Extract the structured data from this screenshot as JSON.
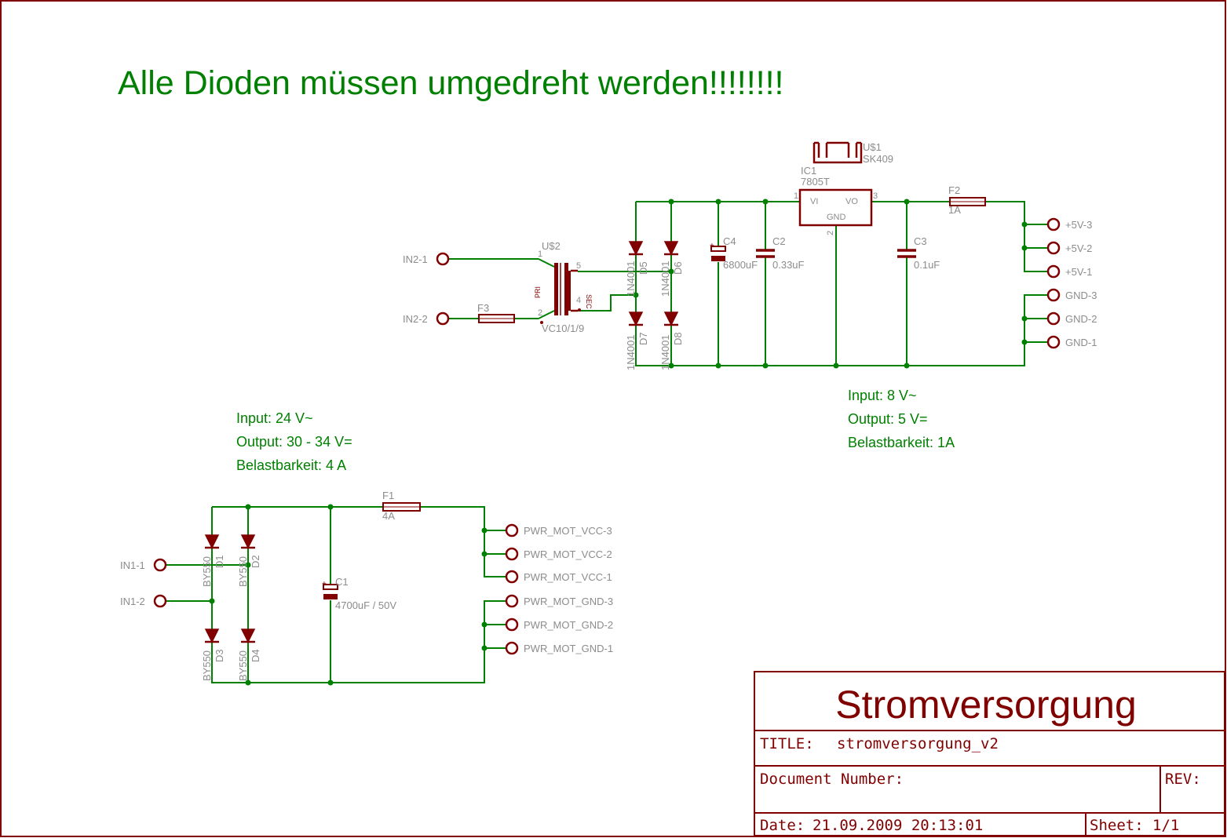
{
  "heading": "Alle Dioden müssen umgedreht werden!!!!!!!!",
  "colors": {
    "wire": "#008000",
    "part": "#800000",
    "label": "#8c8c8c"
  },
  "upper_circuit": {
    "heatsink": {
      "name": "U$1",
      "value": "SK409"
    },
    "regulator": {
      "name": "IC1",
      "value": "7805T",
      "pin_vi": "VI",
      "pin_vo": "VO",
      "pin_gnd": "GND",
      "pin1": "1",
      "pin2": "2",
      "pin3": "3"
    },
    "transformer": {
      "name": "U$2",
      "value": "VC10/1/9",
      "pri": "PRI",
      "sec": "SEC",
      "pin1": "1",
      "pin2": "2",
      "pin4": "4",
      "pin5": "5"
    },
    "inputs": [
      "IN2-1",
      "IN2-2"
    ],
    "fuse_in": {
      "name": "F3"
    },
    "fuse_out": {
      "name": "F2",
      "value": "1A"
    },
    "diodes": [
      {
        "name": "D5",
        "value": "1N4001"
      },
      {
        "name": "D6",
        "value": "1N4001"
      },
      {
        "name": "D7",
        "value": "1N4001"
      },
      {
        "name": "D8",
        "value": "1N4001"
      }
    ],
    "capacitors": [
      {
        "name": "C4",
        "value": "6800uF"
      },
      {
        "name": "C2",
        "value": "0.33uF"
      },
      {
        "name": "C3",
        "value": "0.1uF"
      }
    ],
    "outputs": [
      "+5V-3",
      "+5V-2",
      "+5V-1",
      "GND-3",
      "GND-2",
      "GND-1"
    ],
    "notes": [
      "Input: 8 V~",
      "Output: 5 V=",
      "Belastbarkeit: 1A"
    ]
  },
  "lower_circuit": {
    "inputs": [
      "IN1-1",
      "IN1-2"
    ],
    "diodes": [
      {
        "name": "D1",
        "value": "BY550"
      },
      {
        "name": "D2",
        "value": "BY550"
      },
      {
        "name": "D3",
        "value": "BY550"
      },
      {
        "name": "D4",
        "value": "BY550"
      }
    ],
    "capacitor": {
      "name": "C1",
      "value": "4700uF / 50V"
    },
    "fuse": {
      "name": "F1",
      "value": "4A"
    },
    "outputs": [
      "PWR_MOT_VCC-3",
      "PWR_MOT_VCC-2",
      "PWR_MOT_VCC-1",
      "PWR_MOT_GND-3",
      "PWR_MOT_GND-2",
      "PWR_MOT_GND-1"
    ],
    "notes": [
      "Input: 24 V~",
      "Output: 30 - 34 V=",
      "Belastbarkeit: 4 A"
    ]
  },
  "title_block": {
    "title": "Stromversorgung",
    "title_label": "TITLE:",
    "title_value": "stromversorgung_v2",
    "document_number_label": "Document Number:",
    "rev_label": "REV:",
    "date_label": "Date:",
    "date_value": "21.09.2009 20:13:01",
    "sheet_label": "Sheet:",
    "sheet_value": "1/1"
  }
}
